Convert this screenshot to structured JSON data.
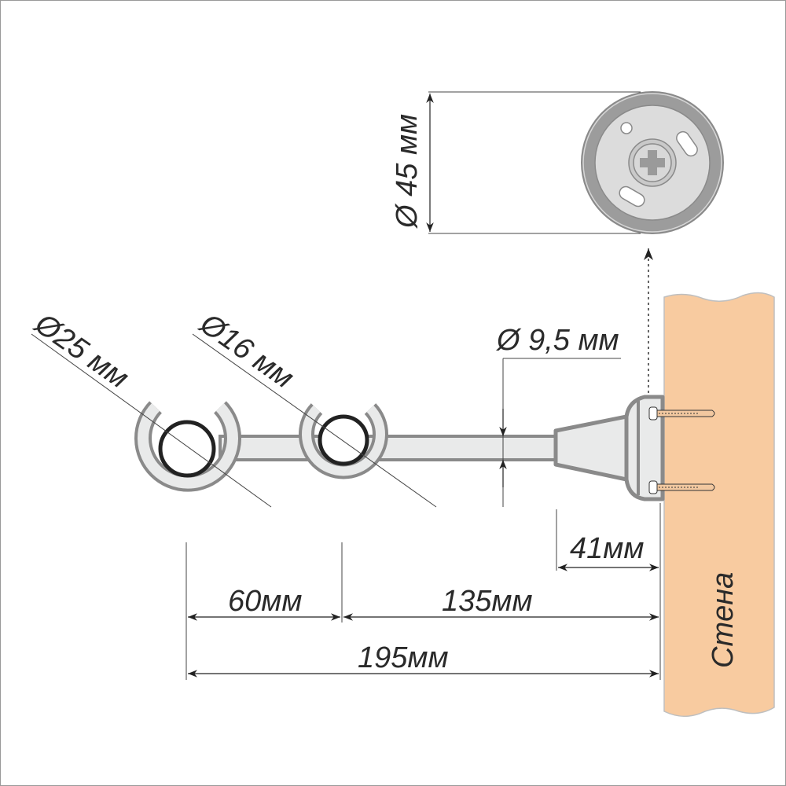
{
  "title": "Curtain rod double bracket dimensions",
  "labels": {
    "plate_diameter": "Ø 45 мм",
    "rod_diameter": "Ø 9,5 мм",
    "ring1_diameter": "Ø25 мм",
    "ring2_diameter": "Ø16 мм",
    "base_depth": "41мм",
    "ring_spacing": "60мм",
    "inner_ring_distance": "135мм",
    "total_length": "195мм",
    "wall": "Стена"
  },
  "colors": {
    "wall": "#f8cba0",
    "metal_fill": "#e9eaea",
    "metal_stroke": "#8a8a8a",
    "ring": "#222222"
  }
}
